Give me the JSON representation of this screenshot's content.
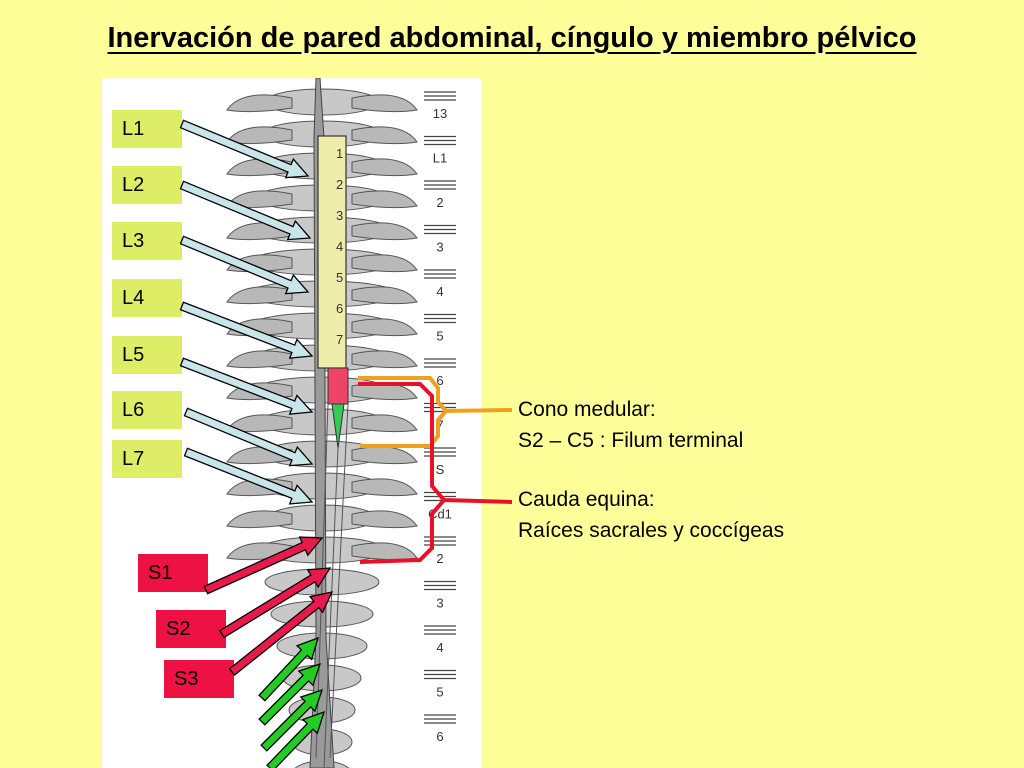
{
  "title": "Inervación de pared abdominal, cíngulo y miembro pélvico",
  "lumbar_labels": [
    "L1",
    "L2",
    "L3",
    "L4",
    "L5",
    "L6",
    "L7"
  ],
  "sacral_labels": [
    "S1",
    "S2",
    "S3"
  ],
  "scale_labels": [
    "13",
    "L1",
    "2",
    "3",
    "4",
    "5",
    "6",
    "7",
    "S",
    "Cd1",
    "2",
    "3",
    "4",
    "5",
    "6"
  ],
  "cord_numbers": [
    "1",
    "2",
    "3",
    "4",
    "5",
    "6",
    "7"
  ],
  "cono": {
    "line1": "Cono medular:",
    "line2": "S2 – C5 : Filum terminal"
  },
  "cauda": {
    "line1": "Cauda equina:",
    "line2": "Raíces sacrales y coccígeas"
  },
  "colors": {
    "background": "#ffff99",
    "lumbar_label": "#ddee66",
    "sacral_label": "#ee1144",
    "lumbar_arrow": "#c8e6ea",
    "sacral_arrow": "#e8194b",
    "coccygeal_arrow": "#22cc22",
    "orange_bracket": "#f0a020",
    "red_bracket": "#e8102a",
    "cord_fill": "#eeeeaa"
  }
}
